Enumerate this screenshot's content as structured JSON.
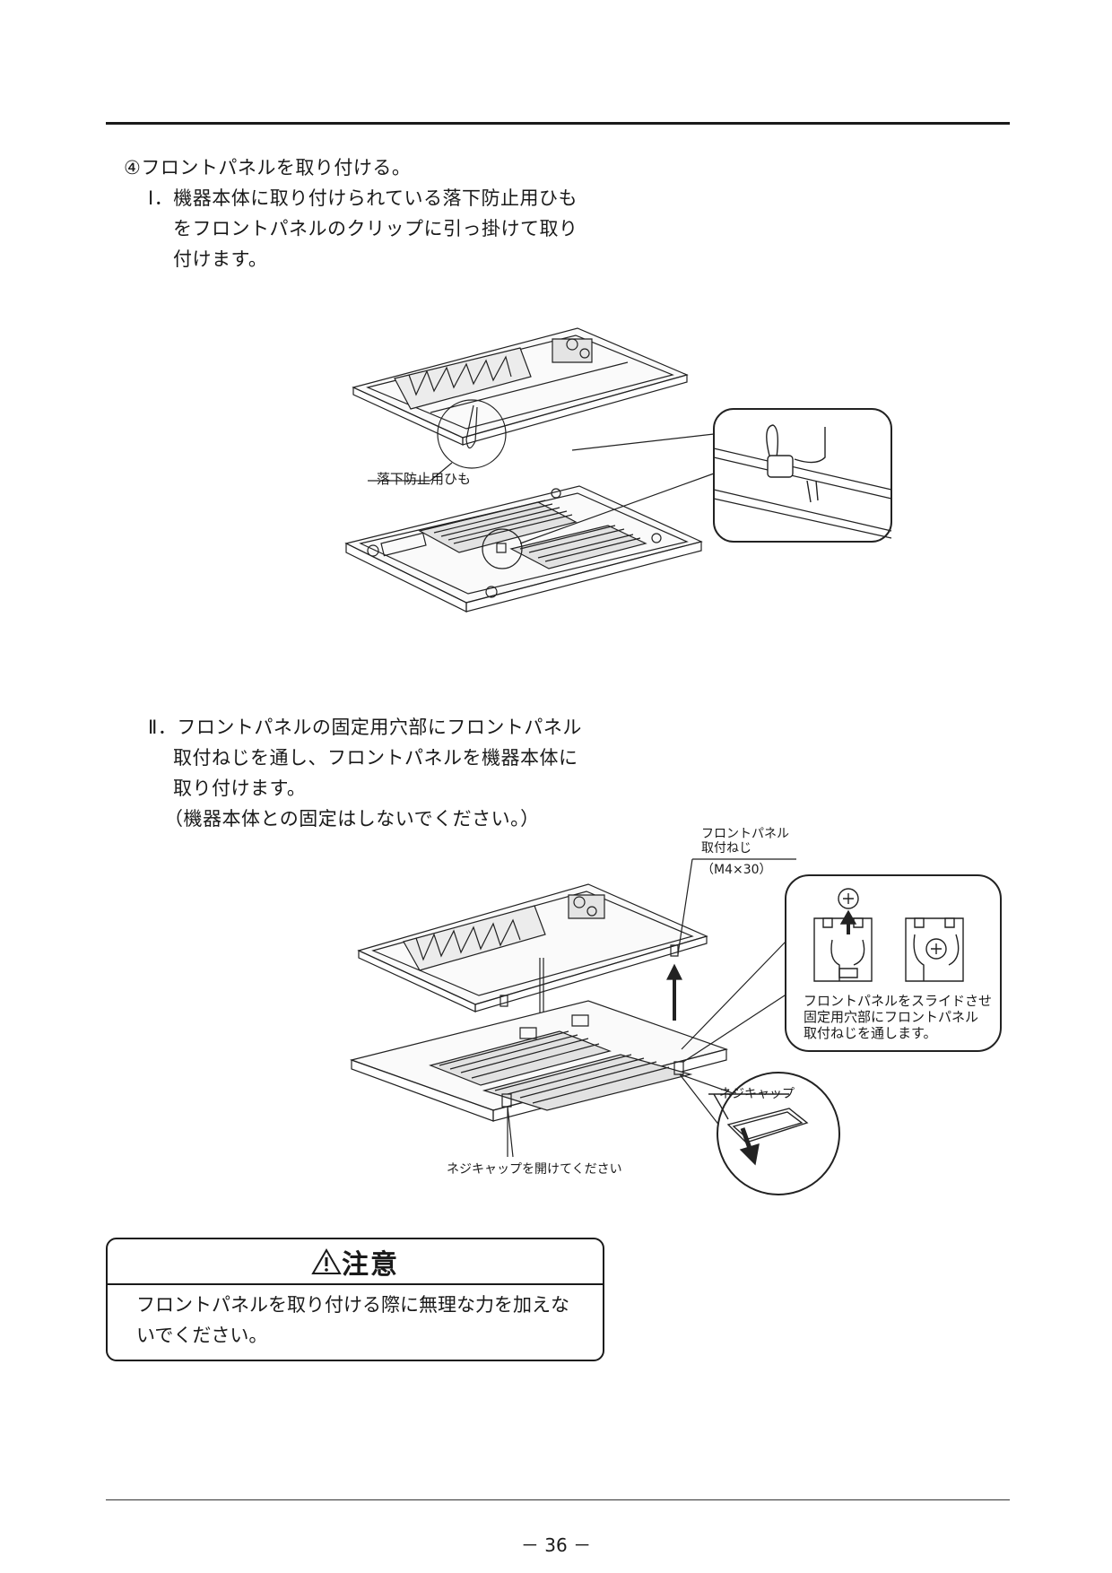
{
  "step4": {
    "heading": "④フロントパネルを取り付ける。",
    "item1_lines": [
      "Ⅰ．機器本体に取り付けられている落下防止用ひも",
      "をフロントパネルのクリップに引っ掛けて取り",
      "付けます。"
    ],
    "item2_lines": [
      "Ⅱ．フロントパネルの固定用穴部にフロントパネル",
      "取付ねじを通し、フロントパネルを機器本体に",
      "取り付けます。",
      "（機器本体との固定はしないでください。）"
    ]
  },
  "figure1": {
    "label_string": "落下防止用ひも"
  },
  "figure2": {
    "screw_label_lines": [
      "フロントパネル",
      "取付ねじ"
    ],
    "screw_size": "（M4×30）",
    "slide_note_lines": [
      "フロントパネルをスライドさせ",
      "固定用穴部にフロントパネル",
      "取付ねじを通します。"
    ],
    "cap_label": "ネジキャップ",
    "open_cap_note": "ネジキャップを開けてください"
  },
  "caution": {
    "title": "注意",
    "body_lines": [
      "フロントパネルを取り付ける際に無理な力を加えな",
      "いでください。"
    ]
  },
  "footer": {
    "page_number": "－ 36 －"
  }
}
